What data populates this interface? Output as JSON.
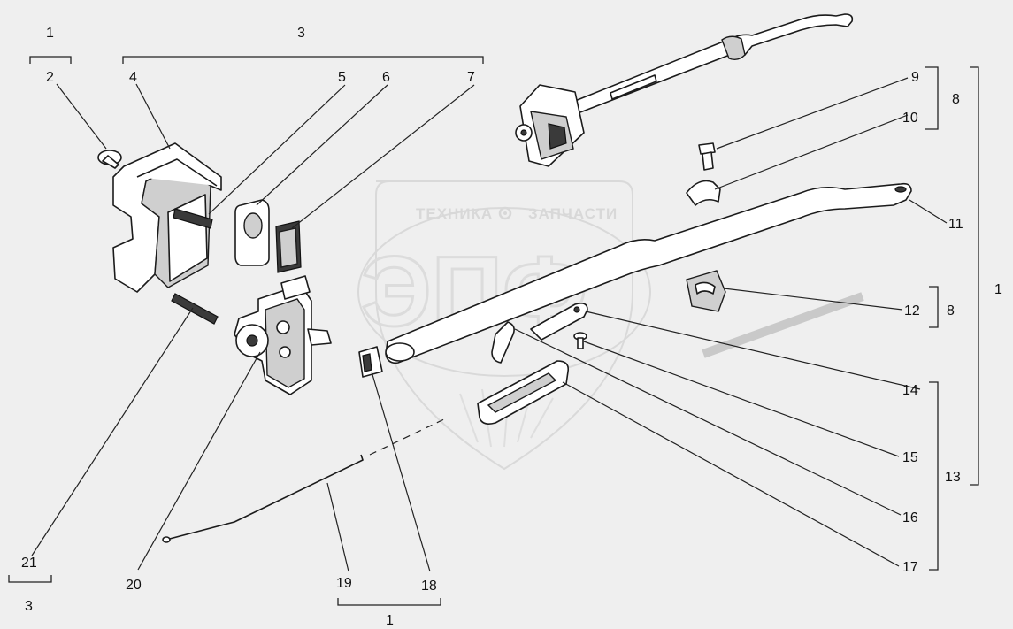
{
  "watermark": {
    "top_text_left": "ТЕХНИКА",
    "top_text_right": "ЗАПЧАСТИ",
    "big_text": "ЭПФ",
    "gear_icon": "gear-icon"
  },
  "callouts": {
    "n1_top_left": "1",
    "n2": "2",
    "n3_top": "3",
    "n4": "4",
    "n5": "5",
    "n6": "6",
    "n7": "7",
    "n9": "9",
    "n8_top": "8",
    "n10": "10",
    "n11": "11",
    "n1_right": "1",
    "n12": "12",
    "n8_mid": "8",
    "n14": "14",
    "n13": "13",
    "n15": "15",
    "n16": "16",
    "n17": "17",
    "n21": "21",
    "n3_bottom_left": "3",
    "n20": "20",
    "n19": "19",
    "n18": "18",
    "n1_bottom": "1"
  }
}
